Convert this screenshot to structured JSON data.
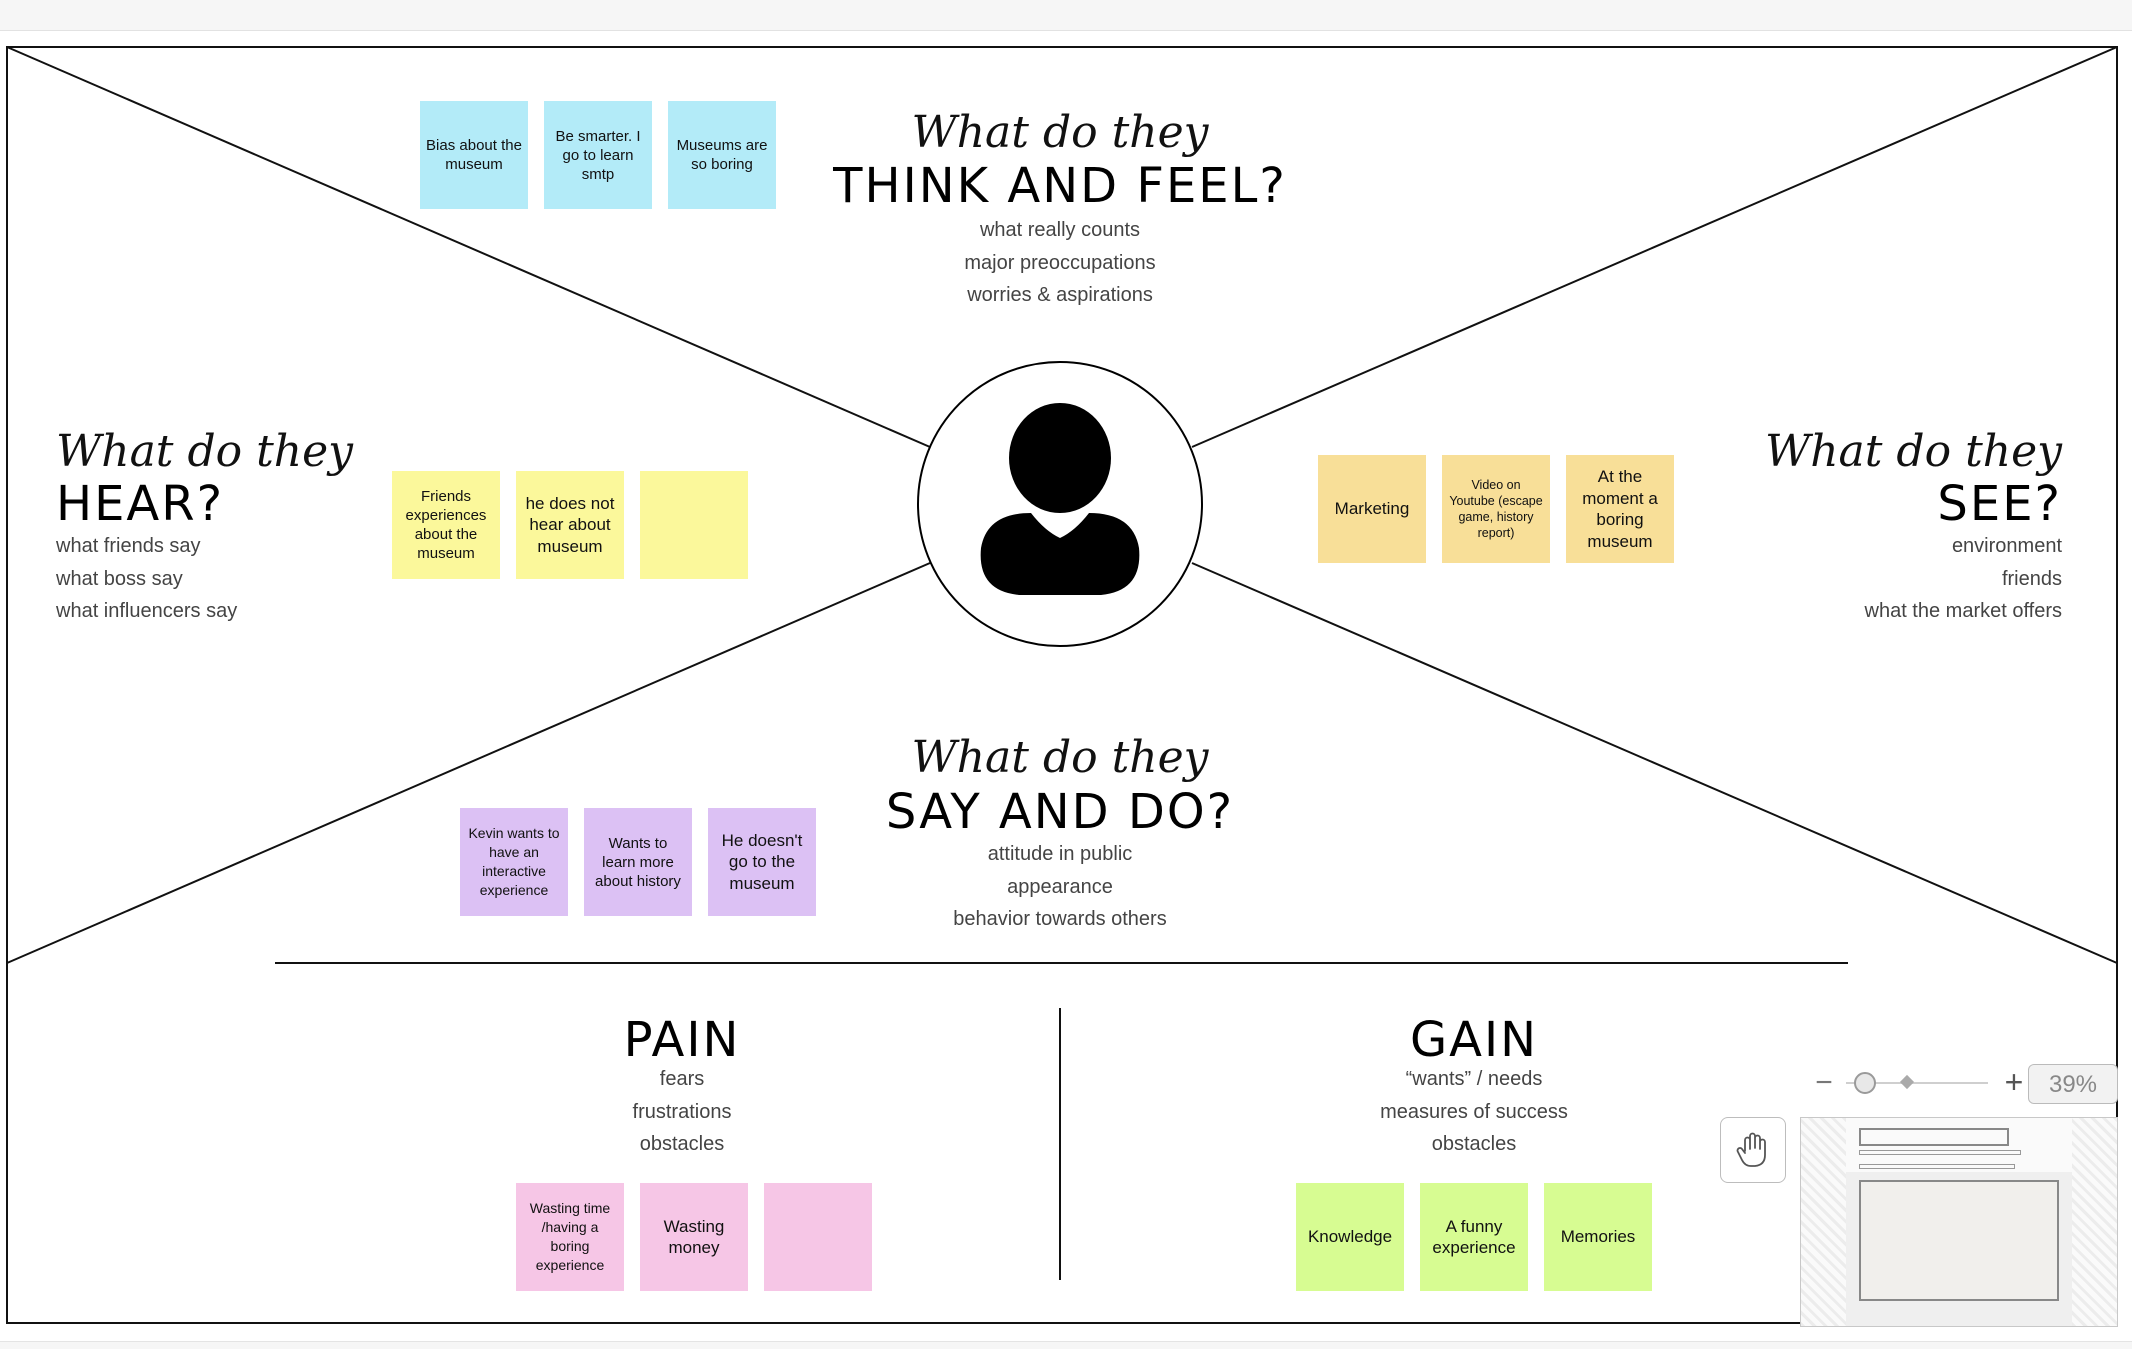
{
  "sections": {
    "think": {
      "script": "What do they",
      "title": "THINK AND FEEL?",
      "lines": [
        "what really counts",
        "major preoccupations",
        "worries & aspirations"
      ],
      "notes": [
        "Bias about the museum",
        "Be smarter. I go to learn smtp",
        "Museums are so boring"
      ]
    },
    "hear": {
      "script": "What do they",
      "title": "HEAR?",
      "lines": [
        "what friends say",
        "what boss say",
        "what influencers say"
      ],
      "notes": [
        "Friends experiences about the museum",
        "he does not hear about museum",
        ""
      ]
    },
    "see": {
      "script": "What do they",
      "title": "SEE?",
      "lines": [
        "environment",
        "friends",
        "what the market offers"
      ],
      "notes": [
        "Marketing",
        "Video on Youtube (escape game, history report)",
        "At the moment a boring museum"
      ]
    },
    "say": {
      "script": "What do they",
      "title": "SAY AND DO?",
      "lines": [
        "attitude in public",
        "appearance",
        "behavior towards others"
      ],
      "notes": [
        "Kevin wants to have an interactive experience",
        "Wants to learn more about history",
        "He doesn't go to the museum"
      ]
    },
    "pain": {
      "title": "PAIN",
      "lines": [
        "fears",
        "frustrations",
        "obstacles"
      ],
      "notes": [
        "Wasting time /having a boring experience",
        "Wasting money",
        ""
      ]
    },
    "gain": {
      "title": "GAIN",
      "lines": [
        "“wants” / needs",
        "measures of success",
        "obstacles"
      ],
      "notes": [
        "Knowledge",
        "A funny experience",
        "Memories"
      ]
    }
  },
  "note_colors": {
    "think": "#b3ebf8",
    "hear": "#fbf89b",
    "see": "#f8df98",
    "say": "#dcc1f4",
    "pain": "#f6c6e6",
    "gain": "#d7fc92"
  },
  "icons": {
    "center": "user-silhouette-icon",
    "hand": "hand-pan-icon",
    "zoom_out": "minus-icon",
    "zoom_in": "plus-icon"
  },
  "zoom": {
    "minus": "−",
    "plus": "+",
    "percent": "39%"
  }
}
